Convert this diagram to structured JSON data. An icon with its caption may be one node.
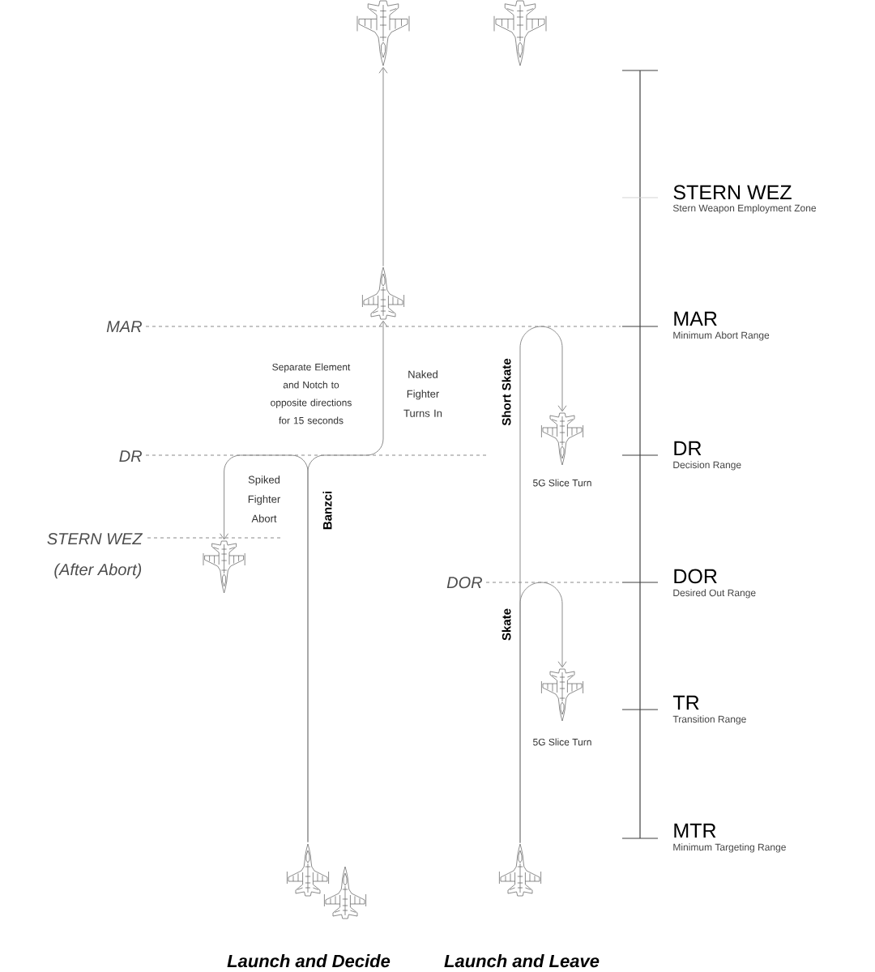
{
  "diagram": {
    "nodes": [
      {
        "text": [],
        "shape": "picture"
      },
      {
        "text": [],
        "shape": "picture"
      },
      {
        "text": [],
        "shape": "picture"
      },
      {
        "text": [],
        "shape": "picture",
        "beside": [
          "5G Slice Turn"
        ]
      },
      {
        "text": [],
        "shape": "picture"
      },
      {
        "text": [],
        "shape": "picture",
        "beside": [
          "5G Slice Turn"
        ]
      },
      {
        "text": [],
        "shape": "picture"
      },
      {
        "text": [],
        "shape": "picture"
      }
    ],
    "edges": [
      {
        "from": 2,
        "to": 0,
        "arrow": "to"
      },
      {
        "from": 6,
        "to": 4,
        "arrow": "to",
        "label": "Spiked Fighter Abort"
      },
      {
        "from": 6,
        "to": 2,
        "arrow": "to",
        "label": "Naked Fighter Turns In"
      },
      {
        "from": 7,
        "to": 3,
        "arrow": "to",
        "label": "Short Skate"
      },
      {
        "from": 7,
        "to": 5,
        "arrow": "to",
        "label": "Skate"
      }
    ],
    "labels": [
      "STERN WEZ",
      "Stern Weapon Employment Zone",
      "MAR",
      "MAR",
      "Minimum Abort Range",
      "Separate Element and Notch to opposite directions for 15 seconds",
      "DR",
      "DR",
      "Decision Range",
      "Banzci",
      "STERN WEZ",
      "(After Abort)",
      "DOR",
      "DOR",
      "Desired Out Range",
      "TR",
      "Transition Range",
      "MTR",
      "Minimum Targeting Range",
      "Launch and Decide",
      "Launch and Leave"
    ]
  }
}
